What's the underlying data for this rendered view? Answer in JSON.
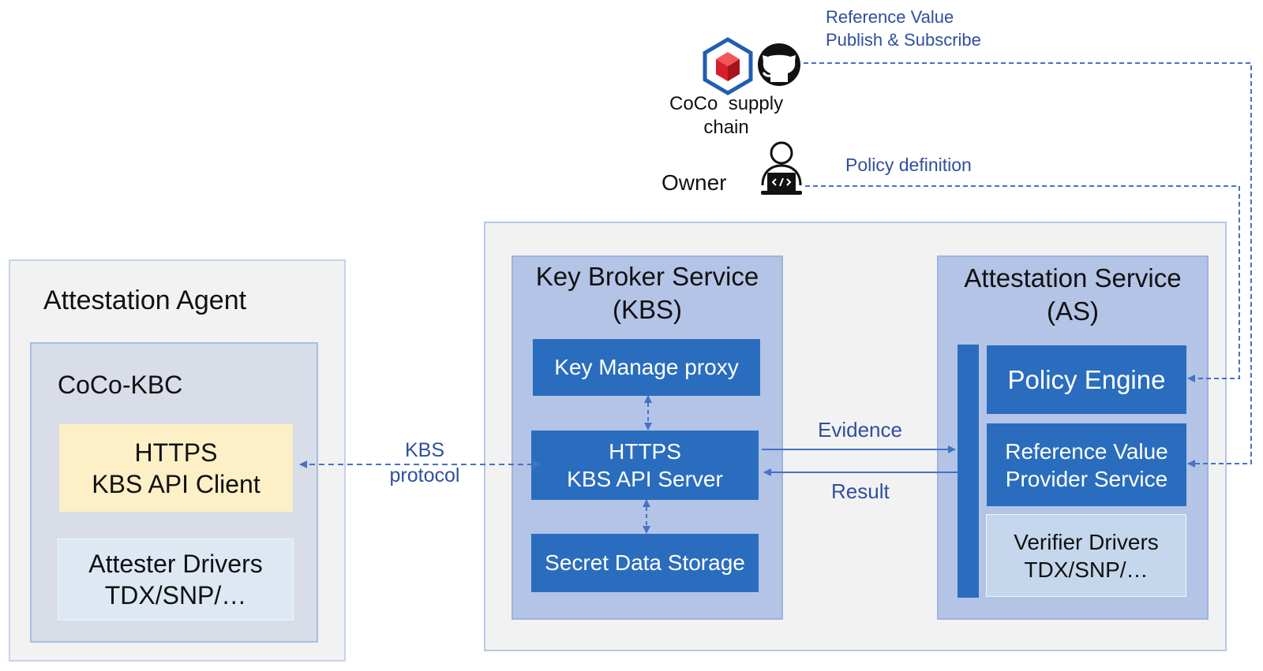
{
  "attestation_agent": {
    "title": "Attestation Agent",
    "kbc": {
      "title": "CoCo-KBC",
      "client": {
        "line1": "HTTPS",
        "line2": "KBS API Client"
      },
      "attester": {
        "line1": "Attester Drivers",
        "line2": "TDX/SNP/…"
      }
    }
  },
  "kbs": {
    "title_line1": "Key Broker Service",
    "title_line2": "(KBS)",
    "key_manage_proxy": "Key Manage proxy",
    "api_server": {
      "line1": "HTTPS",
      "line2": "KBS API Server"
    },
    "secret_storage": "Secret Data Storage"
  },
  "as": {
    "title_line1": "Attestation Service",
    "title_line2": "(AS)",
    "policy_engine": "Policy Engine",
    "ref_value_provider": {
      "line1": "Reference Value",
      "line2": "Provider Service"
    },
    "verifier": {
      "line1": "Verifier Drivers",
      "line2": "TDX/SNP/…"
    }
  },
  "labels": {
    "kbs_protocol": {
      "line1": "KBS",
      "line2": "protocol"
    },
    "evidence": "Evidence",
    "result": "Result",
    "ref_value_publish": {
      "line1": "Reference Value",
      "line2": "Publish & Subscribe"
    },
    "policy_definition": "Policy definition",
    "coco_supply_chain": {
      "line1": "CoCo  supply",
      "line2": "chain"
    },
    "owner": "Owner"
  },
  "colors": {
    "dark_blue_box": "#2a6dbe",
    "panel_blue": "#b3c4e6",
    "client_yellow": "#fdf0c6",
    "connector_blue": "#4472c4",
    "label_blue": "#2f4f9e"
  },
  "icons": [
    "coco-cube-icon",
    "github-icon",
    "developer-laptop-icon"
  ]
}
